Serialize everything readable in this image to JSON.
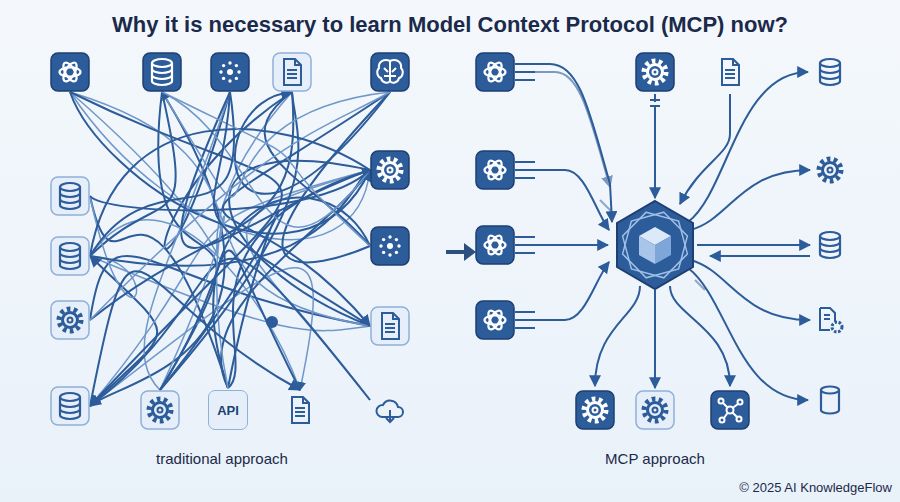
{
  "diagram": {
    "title": "Why it is necessary to learn Model Context Protocol (MCP) now?",
    "nodes": [
      {
        "text": [
          "API"
        ]
      }
    ],
    "labels": [
      "traditional approach",
      "MCP approach",
      "© 2025 AI KnowledgeFlow"
    ]
  }
}
